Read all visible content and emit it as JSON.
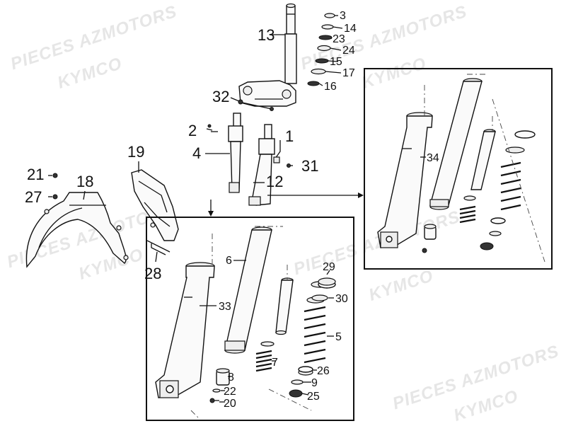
{
  "watermarks": [
    "PIECES AZMOTORS",
    "KYMCO",
    "PIECES AZMOTORS",
    "KYMCO",
    "PIECES AZMOTORS",
    "KYMCO",
    "PIECES AZMOTORS",
    "KYMCO",
    "PIECES AZMOTORS",
    "KYMCO"
  ],
  "labels": {
    "l1": "1",
    "l2": "2",
    "l3": "3",
    "l4": "4",
    "l5": "5",
    "l6": "6",
    "l7": "7",
    "l8": "8",
    "l9": "9",
    "l12": "12",
    "l13": "13",
    "l14": "14",
    "l15": "15",
    "l16": "16",
    "l17": "17",
    "l18": "18",
    "l19": "19",
    "l20": "20",
    "l21": "21",
    "l22": "22",
    "l23": "23",
    "l24": "24",
    "l25": "25",
    "l26": "26",
    "l27": "27",
    "l28": "28",
    "l29": "29",
    "l30": "30",
    "l31": "31",
    "l32": "32",
    "l33": "33",
    "l34": "34"
  }
}
